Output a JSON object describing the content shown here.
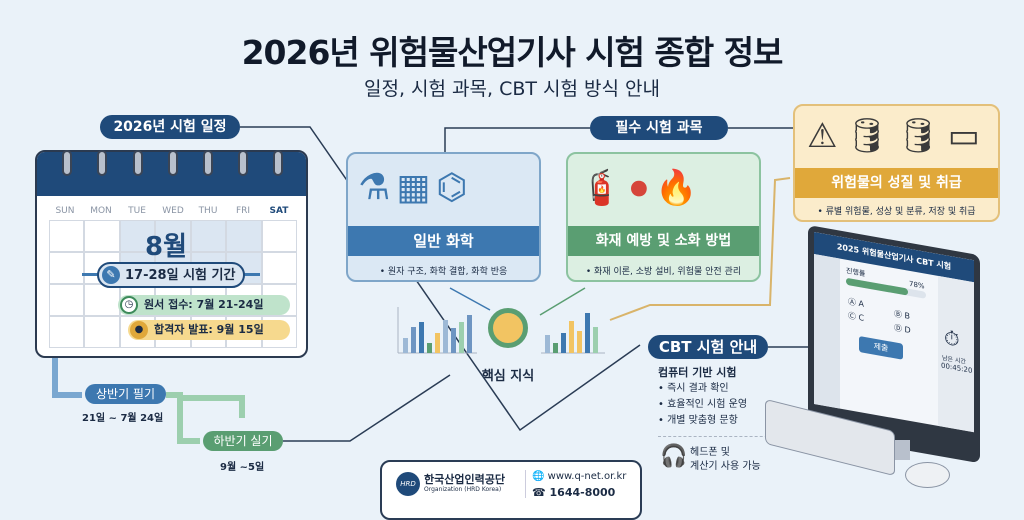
{
  "header": {
    "title": "2026년 위험물산업기사 시험 종합 정보",
    "subtitle": "일정, 시험 과목, CBT 시험 방식 안내"
  },
  "schedule": {
    "badge": "2026년 시험 일정",
    "weekdays": [
      "SUN",
      "MON",
      "TUE",
      "WED",
      "THU",
      "FRI",
      "SAT"
    ],
    "month": "8월",
    "exam_period": "17-28일 시험 기간",
    "application": "원서 접수: 7월 21-24일",
    "announcement": "합격자 발표: 9월 15일",
    "first_half": {
      "label": "상반기 필기",
      "dates": "21일 ~ 7월 24일"
    },
    "second_half": {
      "label": "하반기 실기",
      "dates": "9월 ~5일"
    }
  },
  "subjects": {
    "badge": "필수 시험 과목",
    "items": [
      {
        "title": "일반 화학",
        "desc": "• 원자 구조, 화학 결합, 화학 반응",
        "color": "#3d78b0"
      },
      {
        "title": "화재 예방 및 소화 방법",
        "desc": "• 화재 이론, 소방 설비, 위험물 안전 관리",
        "color": "#5a9e72"
      },
      {
        "title": "위험물의 성질 및 취급",
        "desc": "• 류별 위험물, 성상 및 분류, 저장 및 취급",
        "color": "#e0a83a"
      }
    ],
    "core": "핵심 지식"
  },
  "cbt": {
    "badge": "CBT 시험 안내",
    "heading": "컴퓨터 기반 시험",
    "bullets": [
      "• 즉시 결과 확인",
      "• 효율적인 시험 운영",
      "• 개별 맞춤형 문항"
    ],
    "note": [
      "헤드폰 및",
      "계산기 사용 가능"
    ],
    "screen": {
      "title": "2025 위험물산업기사 CBT 시험",
      "progress_label": "진행률",
      "progress": 78,
      "progress_text": "78%",
      "options": [
        "Ⓐ A",
        "Ⓑ B",
        "Ⓒ C",
        "Ⓓ D"
      ],
      "submit": "제출",
      "timer_label": "남은 시간",
      "timer": "00:45:20"
    }
  },
  "footer": {
    "org": "한국산업인력공단",
    "org_en": "Organization (HRD Korea)",
    "logo": "HRD",
    "website": "www.q-net.or.kr",
    "phone": "1644-8000"
  }
}
